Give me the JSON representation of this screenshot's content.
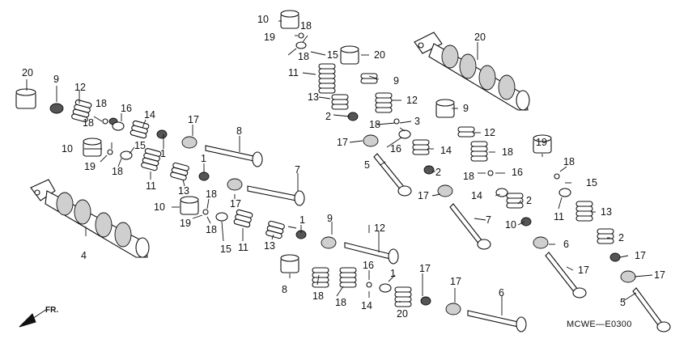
{
  "diagram": {
    "code": "MCWE—E0300",
    "direction_label": "FR.",
    "callouts": [
      "20",
      "9",
      "12",
      "18",
      "16",
      "14",
      "18",
      "1",
      "17",
      "8",
      "10",
      "15",
      "19",
      "18",
      "11",
      "13",
      "1",
      "4",
      "10",
      "18",
      "19",
      "18",
      "17",
      "15",
      "11",
      "13",
      "1",
      "7",
      "10",
      "19",
      "18",
      "15",
      "20",
      "11",
      "13",
      "18",
      "2",
      "17",
      "5",
      "9",
      "12",
      "18",
      "16",
      "14",
      "2",
      "17",
      "3",
      "20",
      "9",
      "12",
      "18",
      "18",
      "16",
      "14",
      "2",
      "10",
      "19",
      "18",
      "15",
      "11",
      "13",
      "2",
      "17",
      "6",
      "7",
      "17",
      "9",
      "12",
      "18",
      "18",
      "16",
      "14",
      "1",
      "20",
      "17",
      "8",
      "17",
      "6",
      "17",
      "5"
    ]
  }
}
